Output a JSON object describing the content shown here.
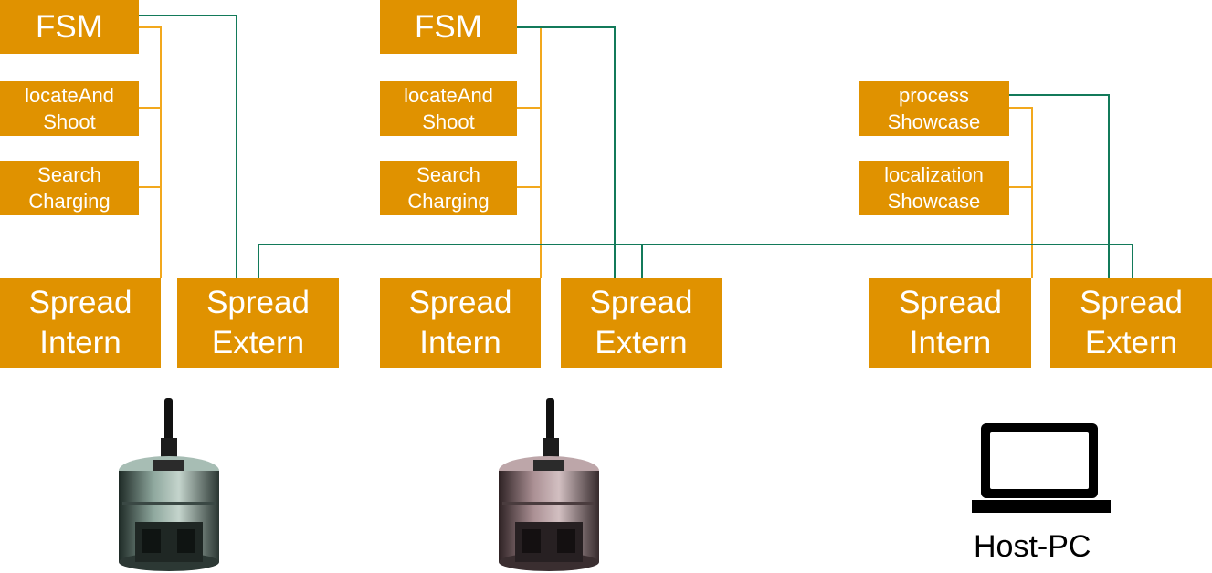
{
  "colors": {
    "box_fill": "#e09200",
    "box_text": "#ffffff",
    "intern_link": "#f2a81d",
    "extern_link": "#137a5a"
  },
  "nodes": {
    "robot1": {
      "fsm": "FSM",
      "module1": [
        "locateAnd",
        "Shoot"
      ],
      "module2": [
        "Search",
        "Charging"
      ],
      "spread_intern": [
        "Spread",
        "Intern"
      ],
      "spread_extern": [
        "Spread",
        "Extern"
      ]
    },
    "robot2": {
      "fsm": "FSM",
      "module1": [
        "locateAnd",
        "Shoot"
      ],
      "module2": [
        "Search",
        "Charging"
      ],
      "spread_intern": [
        "Spread",
        "Intern"
      ],
      "spread_extern": [
        "Spread",
        "Extern"
      ]
    },
    "host": {
      "module1": [
        "process",
        "Showcase"
      ],
      "module2": [
        "localization",
        "Showcase"
      ],
      "spread_intern": [
        "Spread",
        "Intern"
      ],
      "spread_extern": [
        "Spread",
        "Extern"
      ],
      "label": "Host-PC"
    }
  },
  "icons": [
    "robot-icon",
    "robot-icon",
    "laptop-icon"
  ]
}
